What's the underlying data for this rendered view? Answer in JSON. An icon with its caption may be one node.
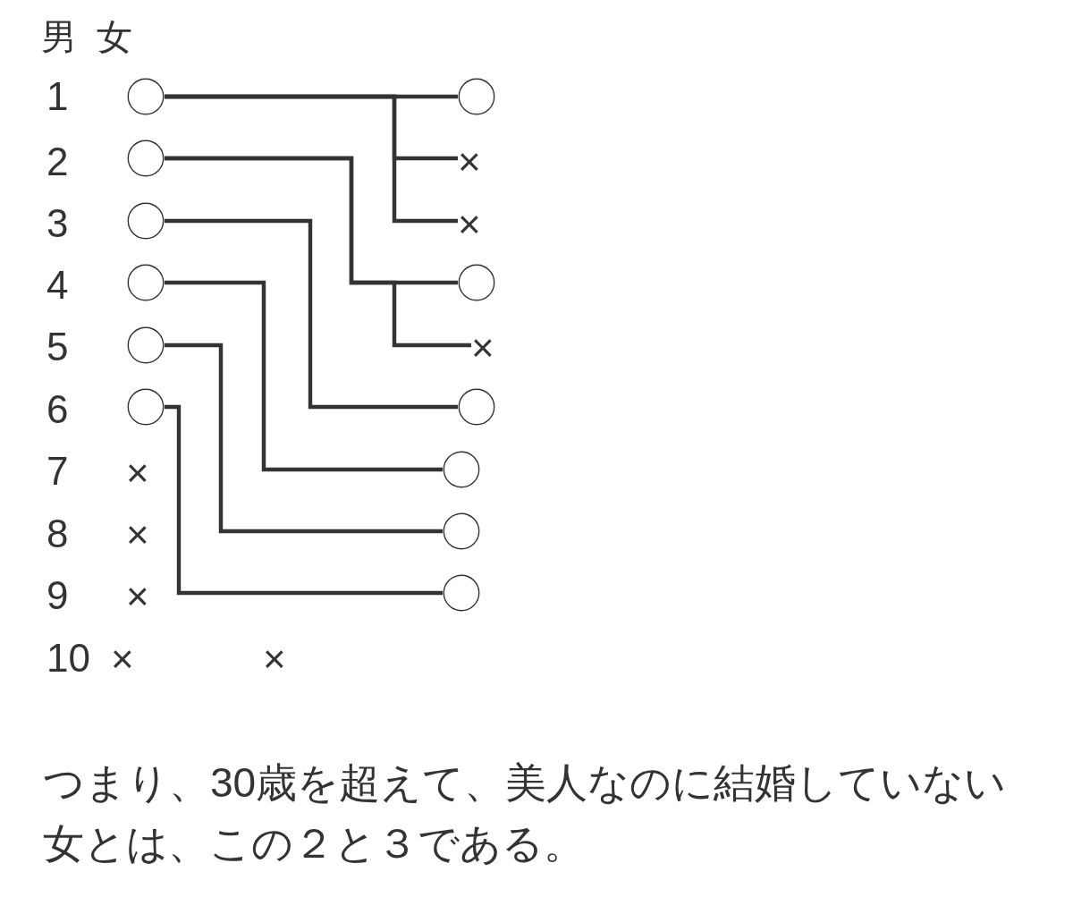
{
  "diagram": {
    "caption": "つまり、30歳を超えて、美人なのに結婚していない女とは、この２と３である。",
    "nodes": [
      {
        "text": [],
        "shape": "circle"
      },
      {
        "text": [],
        "shape": "circle"
      },
      {
        "text": [],
        "shape": "circle"
      },
      {
        "text": [
          "×"
        ]
      },
      {
        "text": [],
        "shape": "circle"
      },
      {
        "text": [
          "×"
        ]
      },
      {
        "text": [],
        "shape": "circle"
      },
      {
        "text": [],
        "shape": "circle"
      },
      {
        "text": [],
        "shape": "circle"
      },
      {
        "text": [
          "×"
        ]
      },
      {
        "text": [],
        "shape": "circle"
      },
      {
        "text": [],
        "shape": "circle"
      },
      {
        "text": [
          "×"
        ]
      },
      {
        "text": [],
        "shape": "circle"
      },
      {
        "text": [
          "×"
        ]
      },
      {
        "text": [],
        "shape": "circle"
      },
      {
        "text": [
          "×"
        ]
      },
      {
        "text": [],
        "shape": "circle"
      },
      {
        "text": [
          "×"
        ]
      },
      {
        "text": [
          "×"
        ]
      }
    ],
    "edges": [
      {
        "from": 0,
        "to": 1,
        "arrow": "none"
      },
      {
        "from": 0,
        "to": 3,
        "arrow": "none"
      },
      {
        "from": 0,
        "to": 5,
        "arrow": "none"
      },
      {
        "from": 2,
        "to": 7,
        "arrow": "none"
      },
      {
        "from": 2,
        "to": 9,
        "arrow": "none"
      },
      {
        "from": 4,
        "to": 11,
        "arrow": "none"
      },
      {
        "from": 6,
        "to": 13,
        "arrow": "none"
      },
      {
        "from": 8,
        "to": 15,
        "arrow": "none"
      },
      {
        "from": 10,
        "to": 17,
        "arrow": "none"
      }
    ],
    "labels": [
      "男",
      "女",
      "1",
      "2",
      "3",
      "4",
      "5",
      "6",
      "7",
      "8",
      "9",
      "10"
    ]
  }
}
